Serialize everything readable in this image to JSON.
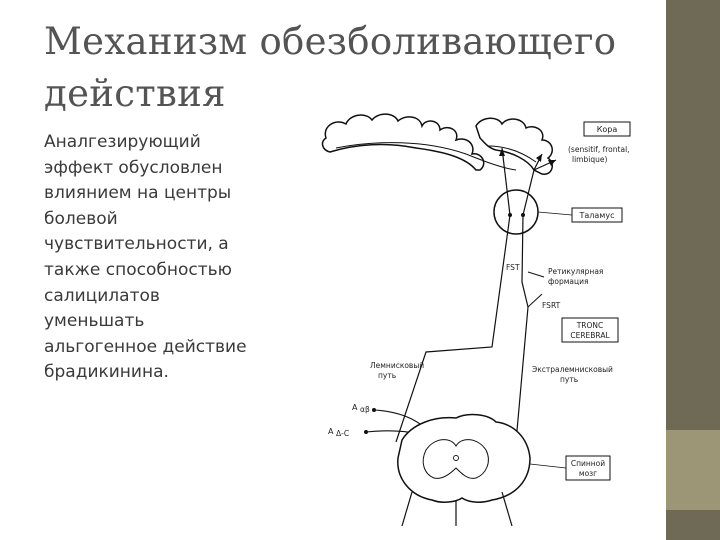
{
  "slide": {
    "title": "Механизм обезболивающего действия",
    "body": "Аналгезирующий\nэффект обусловлен\nвлиянием на центры\nболевой\nчувствительности, а\nтакже способностью\nсалицилатов\nуменьшать\nальгогенное действие\nбрадикинина."
  },
  "diagram": {
    "labels": {
      "cortex": "Кора",
      "cortex_sub": "(sensitif, frontal,\nlimbique)",
      "thalamus": "Таламус",
      "fst": "FST",
      "reticular": "Ретикулярная\nформация",
      "fsrt": "FSRT",
      "tronc": "TRONC\nCEREBRAL",
      "lemniscal": "Лемнисковый\nпуть",
      "extralemniscal": "Экстралемнисковый\nпуть",
      "a_beta": "A",
      "a_beta_sub": "αβ",
      "a_delta_c": "A",
      "a_delta_c_sub": "Δ-C",
      "spinal_cord": "Спинной\nмозг"
    }
  },
  "colors": {
    "sidebar": "#6f6a55",
    "sidebar_band": "#9c9677",
    "title": "#545454",
    "text": "#3a3a3a"
  }
}
